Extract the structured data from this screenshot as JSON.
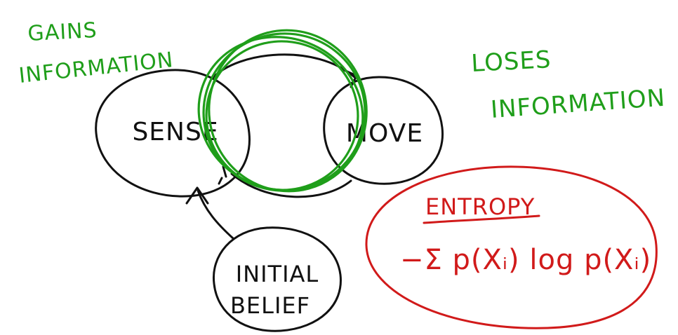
{
  "diagram": {
    "sense_label": "SENSE",
    "move_label": "MOVE",
    "initial_belief_line1": "INITIAL",
    "initial_belief_line2": "BELIEF",
    "gains_line1": "GAINS",
    "gains_line2": "INFORMATION",
    "loses_line1": "LOSES",
    "loses_line2": "INFORMATION",
    "entropy_title": "ENTROPY",
    "entropy_formula": "−Σ p(Xᵢ) log p(Xᵢ)"
  },
  "colors": {
    "ink": "#111111",
    "green": "#1f9e1a",
    "red": "#d11a1a",
    "background": "#ffffff"
  }
}
